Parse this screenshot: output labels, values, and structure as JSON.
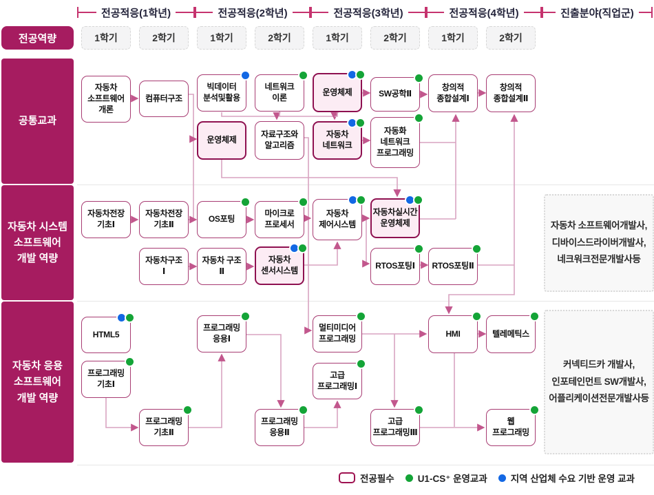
{
  "header": {
    "capability_label": "전공역량",
    "phases": [
      {
        "label": "전공적응(1학년)"
      },
      {
        "label": "전공적응(2학년)"
      },
      {
        "label": "전공적응(3학년)"
      },
      {
        "label": "전공적응(4학년)"
      },
      {
        "label": "진출분야(직업군)"
      }
    ],
    "semesters": [
      "1학기",
      "2학기",
      "1학기",
      "2학기",
      "1학기",
      "2학기",
      "1학기",
      "2학기"
    ]
  },
  "sidebar": {
    "sections": [
      {
        "label": "공통교과"
      },
      {
        "label": "자동차 시스템\n소프트웨어\n개발 역량"
      },
      {
        "label": "자동차 응용\n소프트웨어\n개발 역량"
      }
    ]
  },
  "courses": [
    {
      "id": "intro",
      "label": "자동차\n소프트웨어\n개론",
      "required": false,
      "dots": []
    },
    {
      "id": "comp",
      "label": "컴퓨터구조",
      "required": false,
      "dots": []
    },
    {
      "id": "bigdata",
      "label": "빅데이터\n분석및활용",
      "required": false,
      "dots": [
        "regional"
      ]
    },
    {
      "id": "nettheory",
      "label": "네트워크\n이론",
      "required": false,
      "dots": [
        "u1cs"
      ]
    },
    {
      "id": "os31",
      "label": "운영체제",
      "required": true,
      "dots": [
        "regional",
        "u1cs"
      ]
    },
    {
      "id": "sweng2",
      "label": "SW공학Ⅱ",
      "required": false,
      "dots": [
        "u1cs"
      ]
    },
    {
      "id": "design1",
      "label": "창의적\n종합설계Ⅰ",
      "required": false,
      "dots": []
    },
    {
      "id": "design2",
      "label": "창의적\n종합설계Ⅱ",
      "required": false,
      "dots": []
    },
    {
      "id": "os21",
      "label": "운영체제",
      "required": true,
      "dots": []
    },
    {
      "id": "datastruct",
      "label": "자료구조와\n알고리즘",
      "required": false,
      "dots": []
    },
    {
      "id": "carnet",
      "label": "자동차\n네트워크",
      "required": true,
      "dots": [
        "regional",
        "u1cs"
      ]
    },
    {
      "id": "autonet",
      "label": "자동화\n네트워크\n프로그래밍",
      "required": false,
      "dots": [
        "u1cs"
      ]
    },
    {
      "id": "jeonjang1",
      "label": "자동차전장\n기초Ⅰ",
      "required": false,
      "dots": []
    },
    {
      "id": "jeonjang2",
      "label": "자동차전장\n기초Ⅱ",
      "required": false,
      "dots": []
    },
    {
      "id": "osport",
      "label": "OS포팅",
      "required": false,
      "dots": [
        "u1cs"
      ]
    },
    {
      "id": "micro",
      "label": "마이크로\n프로세서",
      "required": false,
      "dots": [
        "u1cs"
      ]
    },
    {
      "id": "control",
      "label": "자동차\n제어시스템",
      "required": false,
      "dots": [
        "regional",
        "u1cs"
      ]
    },
    {
      "id": "rtososcar",
      "label": "자동차실시간\n운영체제",
      "required": true,
      "dots": [
        "regional",
        "u1cs"
      ]
    },
    {
      "id": "gujo1",
      "label": "자동차구조\nⅠ",
      "required": false,
      "dots": []
    },
    {
      "id": "gujo2",
      "label": "자동차 구조\nⅡ",
      "required": false,
      "dots": []
    },
    {
      "id": "sensor",
      "label": "자동차\n센서시스템",
      "required": true,
      "dots": [
        "regional",
        "u1cs"
      ]
    },
    {
      "id": "rtos1",
      "label": "RTOS포팅Ⅰ",
      "required": false,
      "dots": [
        "u1cs"
      ]
    },
    {
      "id": "rtos2",
      "label": "RTOS포팅Ⅱ",
      "required": false,
      "dots": [
        "u1cs"
      ]
    },
    {
      "id": "html5",
      "label": "HTML5",
      "required": false,
      "dots": [
        "regional",
        "u1cs"
      ]
    },
    {
      "id": "progbasic1",
      "label": "프로그래밍\n기초Ⅰ",
      "required": false,
      "dots": [
        "u1cs"
      ]
    },
    {
      "id": "progbasic2",
      "label": "프로그래밍\n기초Ⅱ",
      "required": false,
      "dots": [
        "u1cs"
      ]
    },
    {
      "id": "progapp1",
      "label": "프로그래밍\n응용Ⅰ",
      "required": false,
      "dots": [
        "u1cs"
      ]
    },
    {
      "id": "progapp2",
      "label": "프로그래밍\n응용Ⅱ",
      "required": false,
      "dots": [
        "u1cs"
      ]
    },
    {
      "id": "multimedia",
      "label": "멀티미디어\n프로그래밍",
      "required": false,
      "dots": [
        "u1cs"
      ]
    },
    {
      "id": "advprog1",
      "label": "고급\n프로그래밍Ⅰ",
      "required": false,
      "dots": [
        "u1cs"
      ]
    },
    {
      "id": "advprog3",
      "label": "고급\n프로그래밍Ⅲ",
      "required": false,
      "dots": [
        "u1cs"
      ]
    },
    {
      "id": "hmi",
      "label": "HMI",
      "required": false,
      "dots": [
        "u1cs"
      ]
    },
    {
      "id": "telematics",
      "label": "텔레메틱스",
      "required": false,
      "dots": [
        "u1cs"
      ]
    },
    {
      "id": "webprog",
      "label": "웹\n프로그래밍",
      "required": false,
      "dots": [
        "u1cs"
      ]
    }
  ],
  "careers": {
    "system": {
      "text": "자동차 소프트웨어개발사,\n디바이스드라이버개발사,\n네크워크전문개발사등"
    },
    "application": {
      "text": "커넥티드카 개발사,\n인포테인먼트 SW개발사,\n어플리케이션전문개발사등"
    }
  },
  "legend": {
    "required": {
      "label": "전공필수"
    },
    "u1cs": {
      "label": "U1-CS⁺ 운영교과",
      "color": "#14a437"
    },
    "regional": {
      "label": "지역 산업체 수요 기반 운영 교과",
      "color": "#1368e4"
    }
  },
  "colors": {
    "sidebar_magenta": "#a61c60",
    "required_border": "#8e1050",
    "course_border": "#a73b72",
    "connector_pink": "#d9a4c1",
    "green_dot": "#14a437",
    "blue_dot": "#1368e4"
  }
}
